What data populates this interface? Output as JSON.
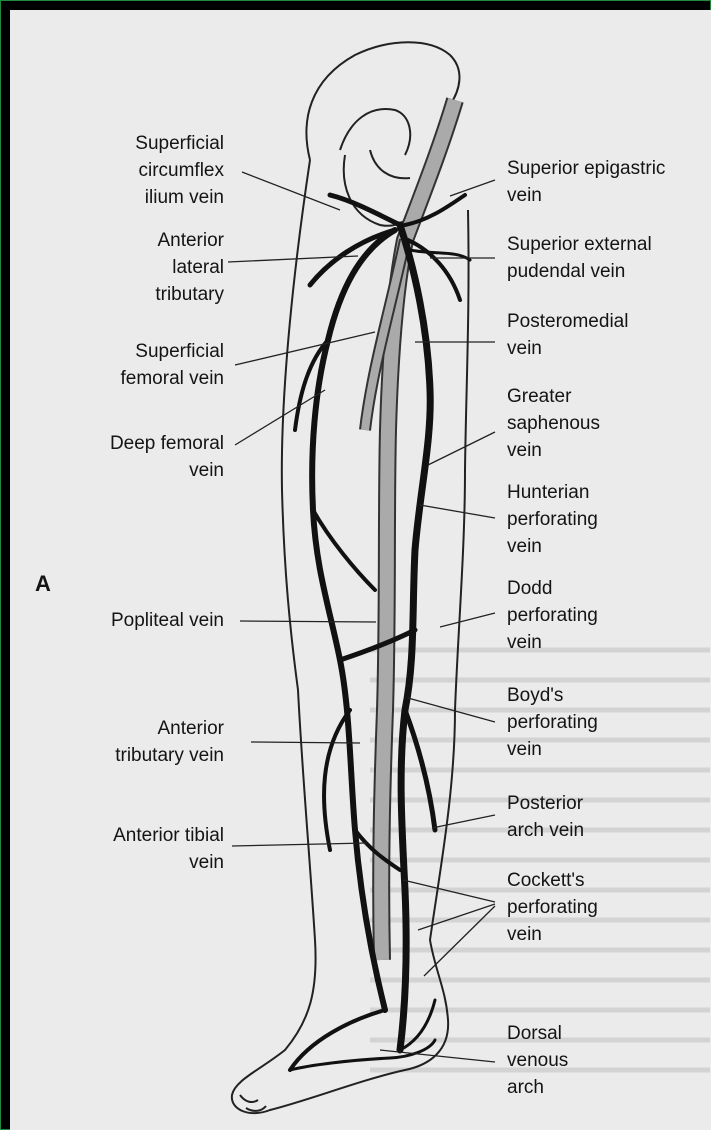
{
  "panel_letter": "A",
  "labels_left": [
    {
      "id": "superficial-circumflex-ilium-vein",
      "text": "Superficial\ncircumflex\nilium vein"
    },
    {
      "id": "anterior-lateral-tributary",
      "text": "Anterior\nlateral\ntributary"
    },
    {
      "id": "superficial-femoral-vein",
      "text": "Superficial\nfemoral vein"
    },
    {
      "id": "deep-femoral-vein",
      "text": "Deep femoral\nvein"
    },
    {
      "id": "popliteal-vein",
      "text": "Popliteal vein"
    },
    {
      "id": "anterior-tributary-vein",
      "text": "Anterior\ntributary vein"
    },
    {
      "id": "anterior-tibial-vein",
      "text": "Anterior tibial\nvein"
    }
  ],
  "labels_right": [
    {
      "id": "superior-epigastric-vein",
      "text": "Superior epigastric\nvein"
    },
    {
      "id": "superior-external-pudendal-vein",
      "text": "Superior external\npudendal vein"
    },
    {
      "id": "posteromedial-vein",
      "text": "Posteromedial\nvein"
    },
    {
      "id": "greater-saphenous-vein",
      "text": "Greater\nsaphenous\nvein"
    },
    {
      "id": "hunterian-perforating-vein",
      "text": "Hunterian\nperforating\nvein"
    },
    {
      "id": "dodd-perforating-vein",
      "text": "Dodd\nperforating\nvein"
    },
    {
      "id": "boyds-perforating-vein",
      "text": "Boyd's\nperforating\nvein"
    },
    {
      "id": "posterior-arch-vein",
      "text": "Posterior\narch vein"
    },
    {
      "id": "cocketts-perforating-vein",
      "text": "Cockett's\nperforating\nvein"
    },
    {
      "id": "dorsal-venous-arch",
      "text": "Dorsal\nvenous\narch"
    }
  ]
}
